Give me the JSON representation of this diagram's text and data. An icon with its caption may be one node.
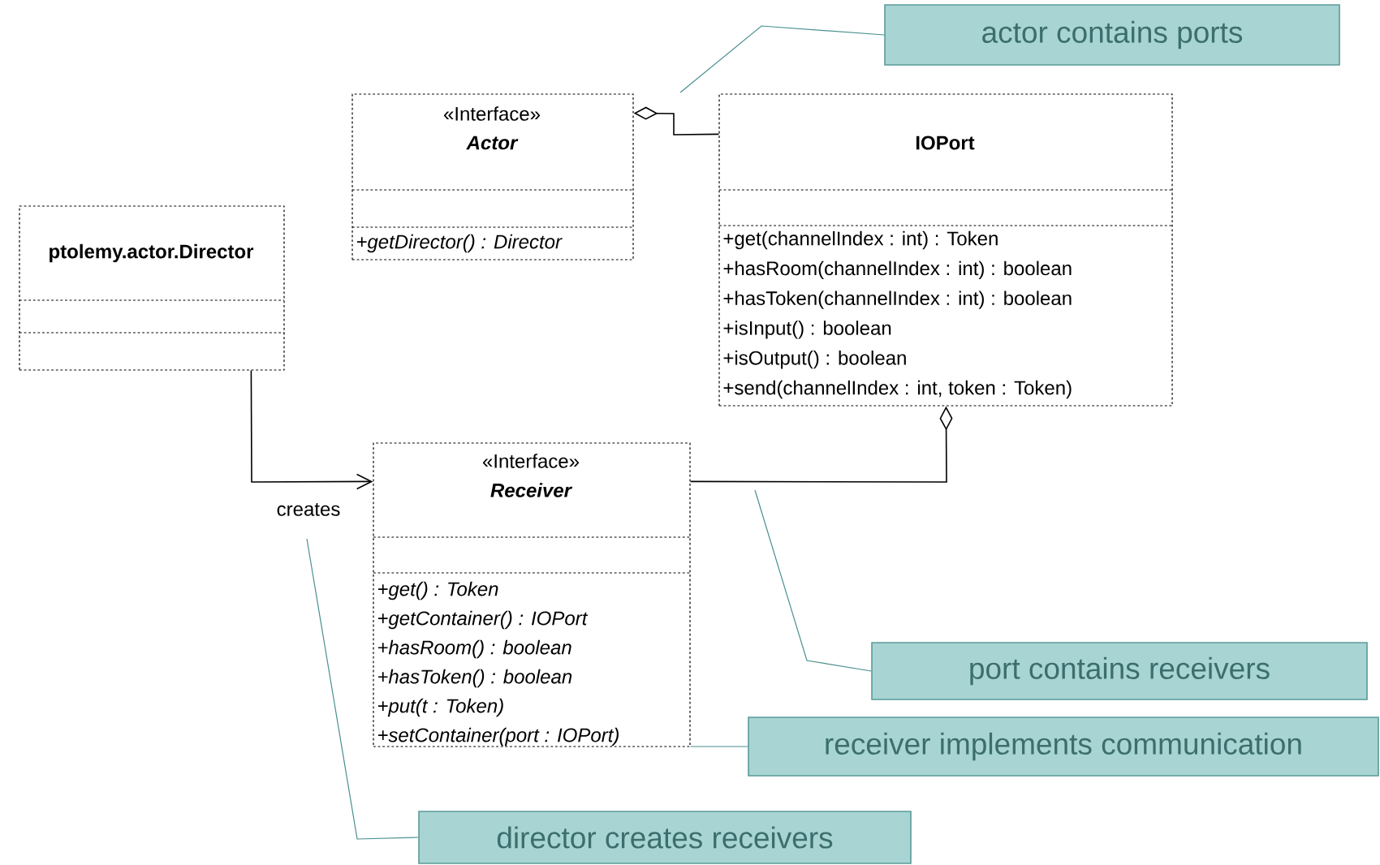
{
  "diagram": {
    "nodes": [
      {
        "text": [
          "«Interface»",
          "Actor",
          "+getDirector() : Director"
        ]
      },
      {
        "text": [
          "IOPort",
          "+get(channelIndex : int) : Token",
          "+hasRoom(channelIndex : int) : boolean",
          "+hasToken(channelIndex : int) : boolean",
          "+isInput() : boolean",
          "+isOutput() : boolean",
          "+send(channelIndex : int, token : Token)"
        ]
      },
      {
        "text": [
          "ptolemy.actor.Director"
        ]
      },
      {
        "text": [
          "«Interface»",
          "Receiver",
          "+get() : Token",
          "+getContainer() : IOPort",
          "+hasRoom() : boolean",
          "+hasToken() : boolean",
          "+put(t : Token)",
          "+setContainer(port : IOPort)"
        ]
      },
      {
        "text": [
          "actor contains ports"
        ]
      },
      {
        "text": [
          "port contains receivers"
        ]
      },
      {
        "text": [
          "receiver implements communication"
        ]
      },
      {
        "text": [
          "director creates receivers"
        ]
      }
    ],
    "edges": [
      {
        "from": 0,
        "to": 1,
        "arrow": "other",
        "color": "#000000"
      },
      {
        "from": 1,
        "to": 3,
        "arrow": "other",
        "color": "#000000"
      },
      {
        "from": 2,
        "to": 3,
        "arrow": "to",
        "label": "creates",
        "color": "#000000"
      },
      {
        "from": 4,
        "to": null,
        "arrow": "none",
        "color": "#4a8f8f"
      },
      {
        "from": 5,
        "to": null,
        "arrow": "none",
        "color": "#4a8f8f"
      },
      {
        "from": 6,
        "to": 3,
        "arrow": "none",
        "color": "#4a8f8f"
      },
      {
        "from": 7,
        "to": null,
        "arrow": "none",
        "color": "#4a8f8f"
      }
    ]
  }
}
